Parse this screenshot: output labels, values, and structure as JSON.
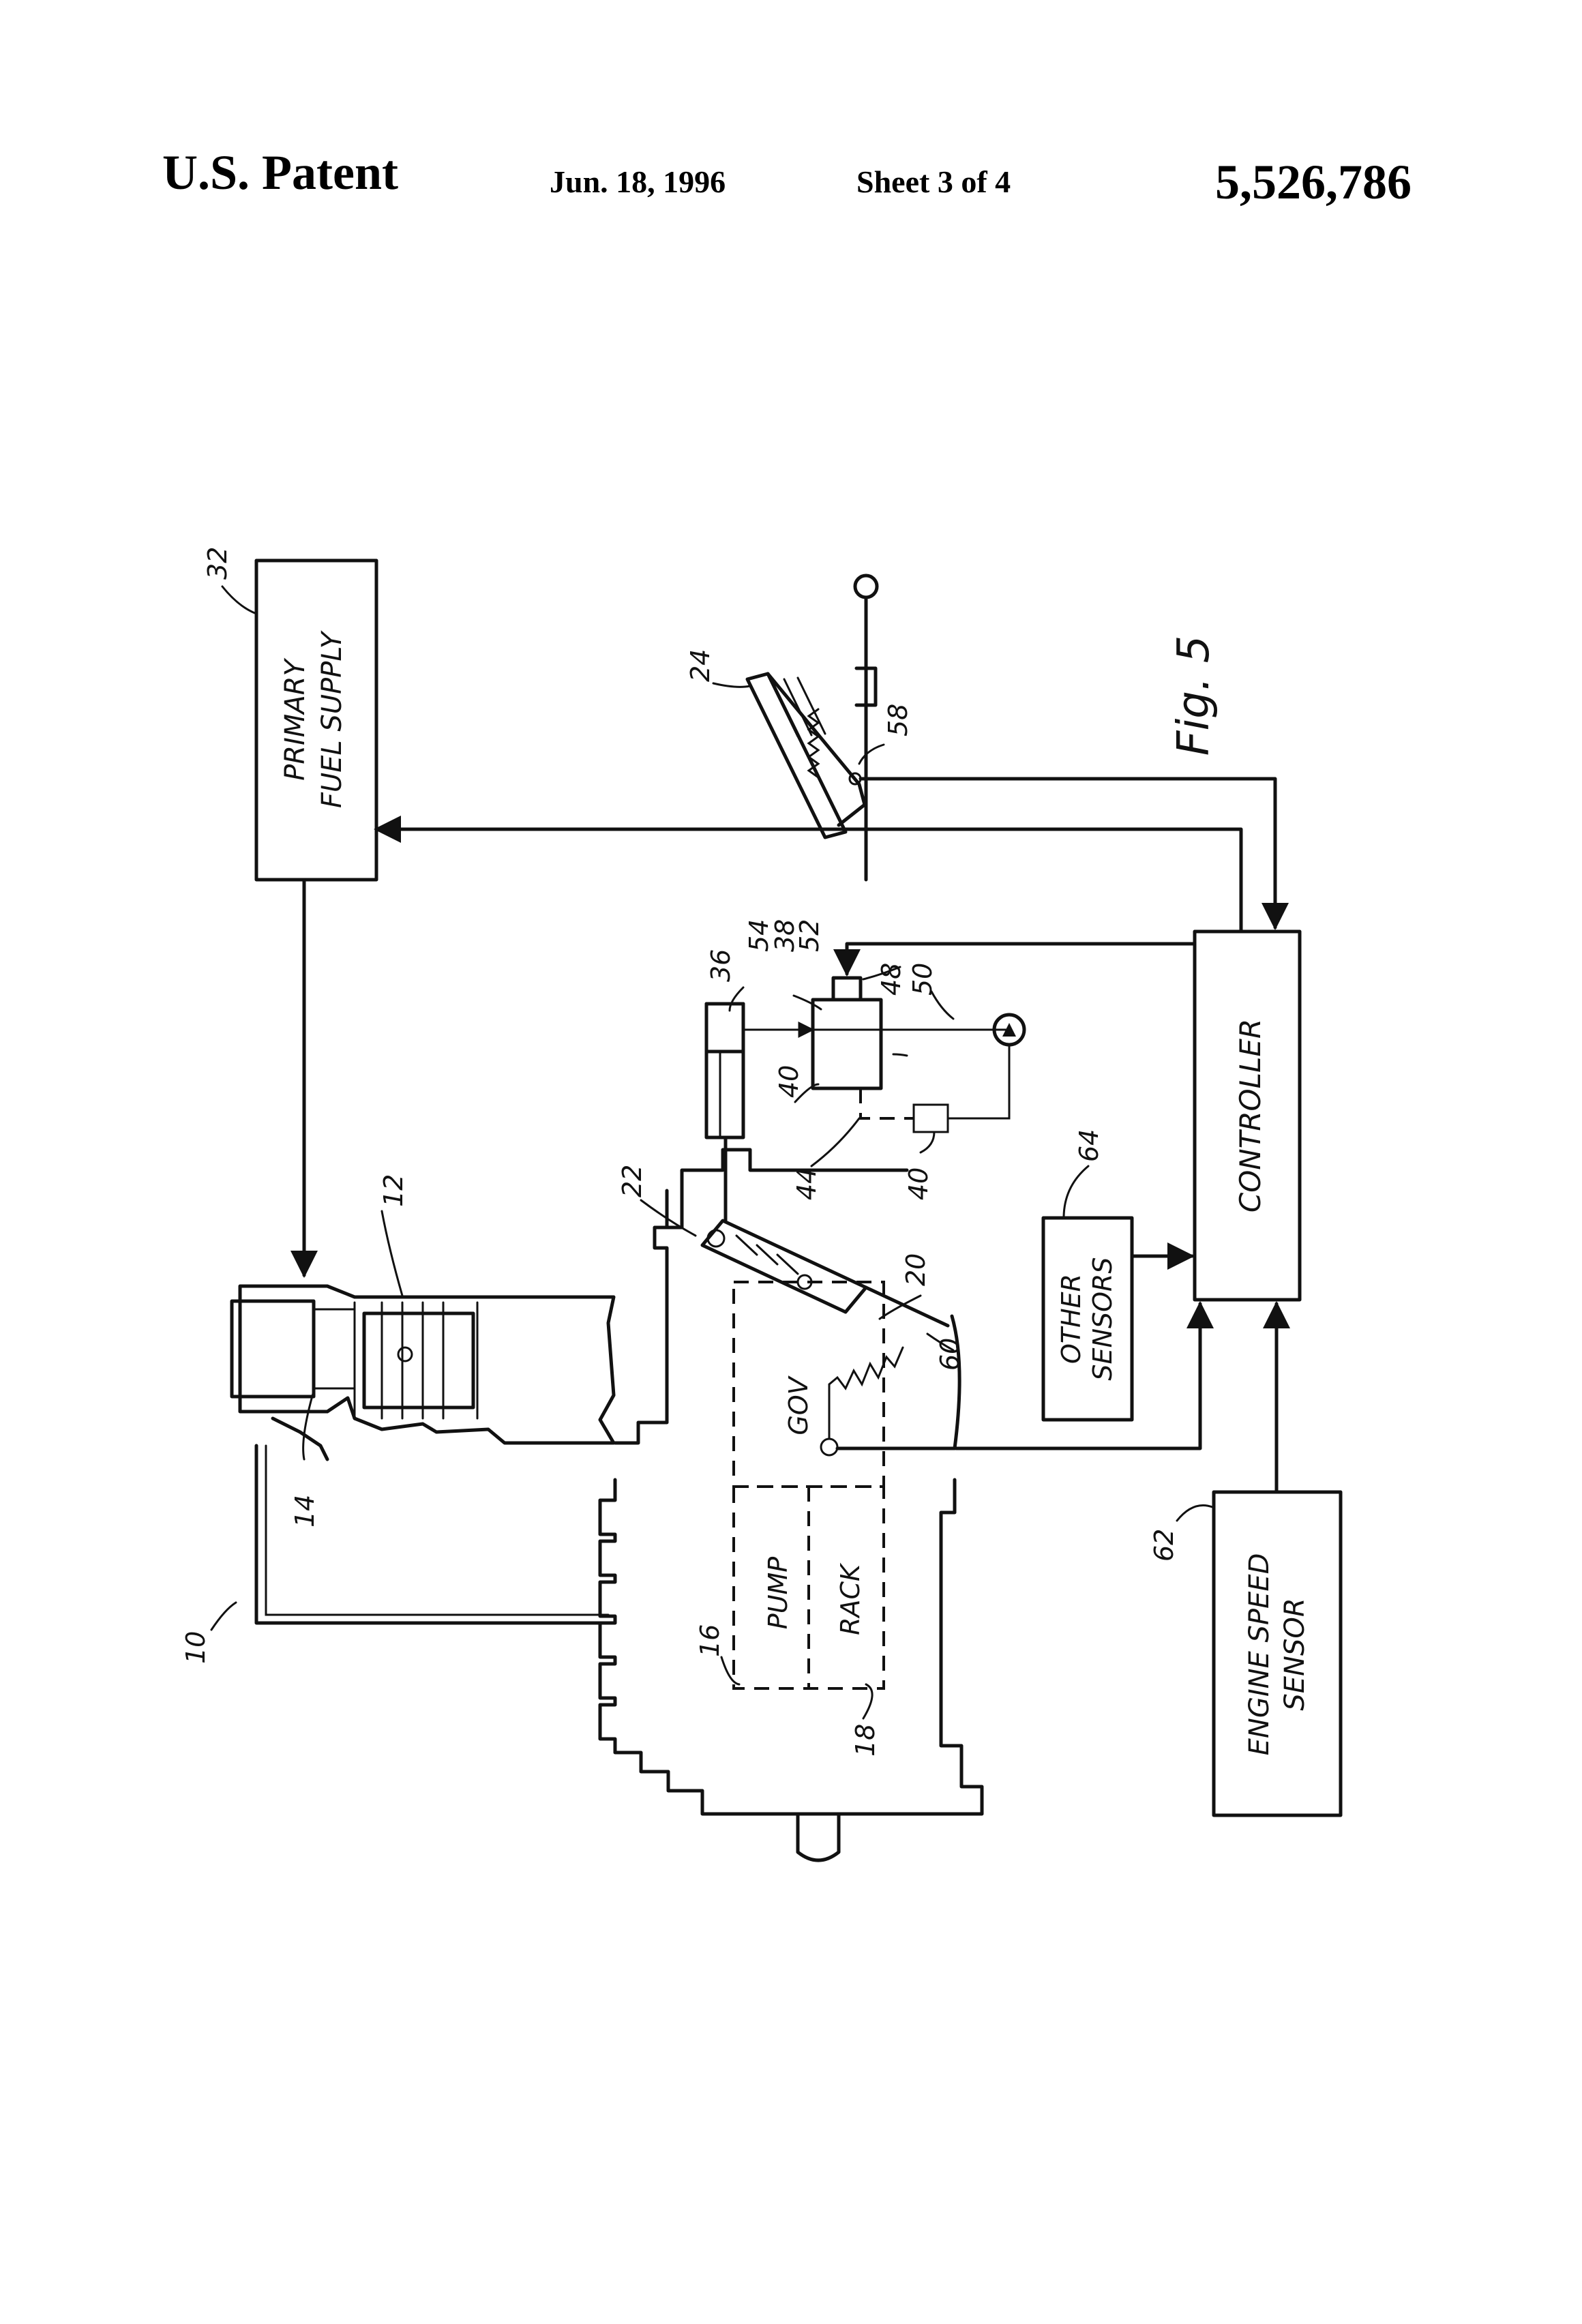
{
  "header": {
    "publication": "U.S. Patent",
    "date": "Jun. 18, 1996",
    "sheet": "Sheet 3 of 4",
    "patent_number": "5,526,786"
  },
  "figure": {
    "label": "Fig. 5",
    "blocks": {
      "primary_fuel_supply": [
        "PRIMARY",
        "FUEL SUPPLY"
      ],
      "controller": "CONTROLLER",
      "other_sensors": [
        "OTHER",
        "SENSORS"
      ],
      "engine_speed_sensor": [
        "ENGINE SPEED",
        "SENSOR"
      ],
      "pump": "PUMP",
      "rack": "RACK",
      "gov": "GOV"
    },
    "reference_numerals": {
      "n10": "10",
      "n12": "12",
      "n14": "14",
      "n16": "16",
      "n18": "18",
      "n20": "20",
      "n22": "22",
      "n24": "24",
      "n32": "32",
      "n36": "36",
      "n38": "38",
      "n40a": "40",
      "n40b": "40",
      "n44": "44",
      "n48": "48",
      "n50": "50",
      "n52": "52",
      "n54": "54",
      "n58": "58",
      "n60": "60",
      "n62": "62",
      "n64": "64"
    }
  }
}
